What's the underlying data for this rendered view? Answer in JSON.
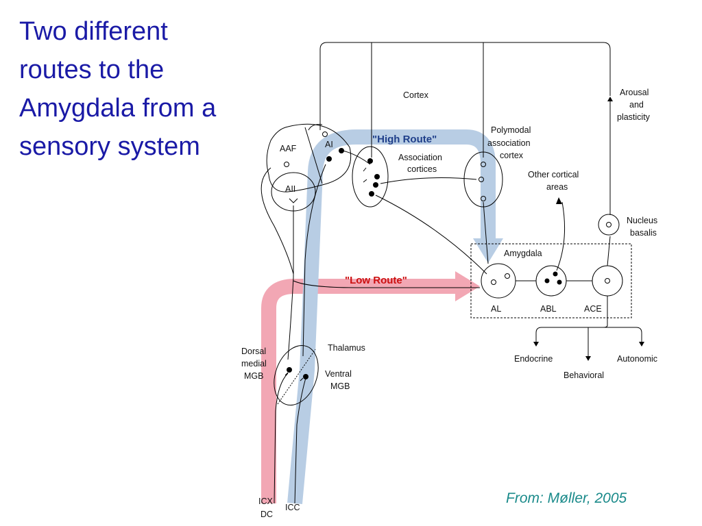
{
  "title_lines": [
    "Two different",
    "routes to the",
    "Amygdala from a",
    "sensory system"
  ],
  "credit": "From: Møller, 2005",
  "labels": {
    "cortex": "Cortex",
    "aaf": "AAF",
    "ai": "AI",
    "aii": "AII",
    "association_1": "Association",
    "association_2": "cortices",
    "polymodal_1": "Polymodal",
    "polymodal_2": "association",
    "polymodal_3": "cortex",
    "other_1": "Other cortical",
    "other_2": "areas",
    "arousal_1": "Arousal",
    "arousal_2": "and",
    "arousal_3": "plasticity",
    "nucleus_1": "Nucleus",
    "nucleus_2": "basalis",
    "amygdala": "Amygdala",
    "al": "AL",
    "abl": "ABL",
    "ace": "ACE",
    "endocrine": "Endocrine",
    "behavioral": "Behavioral",
    "autonomic": "Autonomic",
    "thalamus": "Thalamus",
    "dorsal_1": "Dorsal",
    "dorsal_2": "medial",
    "dorsal_3": "MGB",
    "ventral_1": "Ventral",
    "ventral_2": "MGB",
    "icx_1": "ICX",
    "icx_2": "DC",
    "icc": "ICC",
    "high_route": "\"High Route\"",
    "low_route": "\"Low Route\""
  },
  "colors": {
    "title": "#1a1aa6",
    "credit": "#1a8a8a",
    "high_route_band": "#b8cde4",
    "high_route_text": "#1f3f8a",
    "low_route_band": "#f2a7b4",
    "low_route_text": "#cc1010"
  }
}
